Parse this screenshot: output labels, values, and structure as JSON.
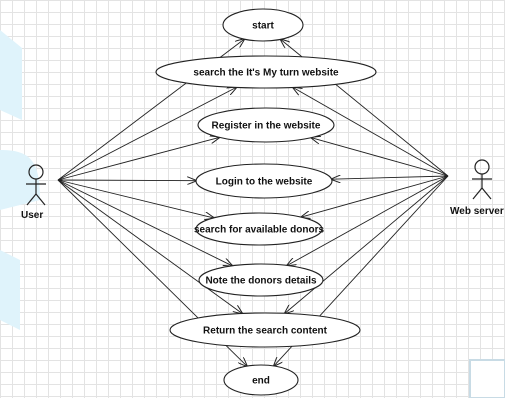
{
  "diagram": {
    "actors": [
      {
        "id": "user",
        "label": "User"
      },
      {
        "id": "web",
        "label": "Web server"
      }
    ],
    "use_cases": [
      {
        "id": "start",
        "label": "start"
      },
      {
        "id": "search_site",
        "label": "search the It's My turn website"
      },
      {
        "id": "register",
        "label": "Register in the website"
      },
      {
        "id": "login",
        "label": "Login to the website"
      },
      {
        "id": "search_donors",
        "label": "search for available donors"
      },
      {
        "id": "note_details",
        "label": "Note the donors details"
      },
      {
        "id": "return_content",
        "label": "Return the search content"
      },
      {
        "id": "end",
        "label": "end"
      }
    ],
    "associations": [
      {
        "from": "user",
        "to": "start"
      },
      {
        "from": "user",
        "to": "search_site"
      },
      {
        "from": "user",
        "to": "register"
      },
      {
        "from": "user",
        "to": "login"
      },
      {
        "from": "user",
        "to": "search_donors"
      },
      {
        "from": "user",
        "to": "note_details"
      },
      {
        "from": "user",
        "to": "return_content"
      },
      {
        "from": "user",
        "to": "end"
      },
      {
        "from": "web",
        "to": "start"
      },
      {
        "from": "web",
        "to": "search_site"
      },
      {
        "from": "web",
        "to": "register"
      },
      {
        "from": "web",
        "to": "login"
      },
      {
        "from": "web",
        "to": "search_donors"
      },
      {
        "from": "web",
        "to": "note_details"
      },
      {
        "from": "web",
        "to": "return_content"
      },
      {
        "from": "web",
        "to": "end"
      }
    ],
    "colors": {
      "line": "#222222",
      "ellipse_fill": "#ffffff",
      "accent": "#dff3fb"
    }
  }
}
